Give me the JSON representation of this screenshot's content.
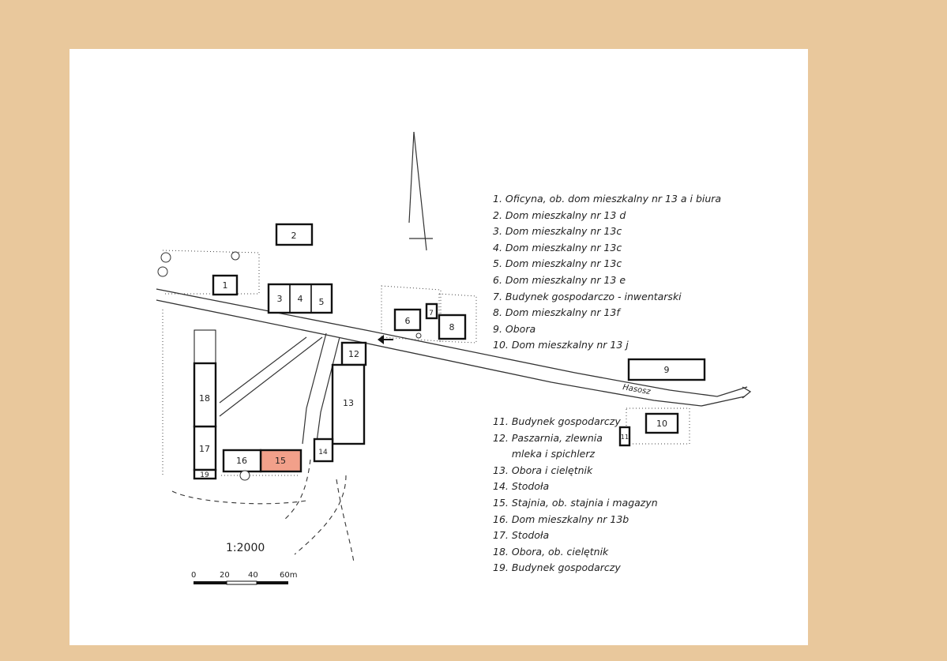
{
  "scale": {
    "ratio": "1:2000",
    "ticks": [
      "0",
      "20",
      "40",
      "60m"
    ]
  },
  "road_label": "Hasosz",
  "buildings": [
    {
      "number": "1"
    },
    {
      "number": "2"
    },
    {
      "number": "3"
    },
    {
      "number": "4"
    },
    {
      "number": "5"
    },
    {
      "number": "6"
    },
    {
      "number": "7"
    },
    {
      "number": "8"
    },
    {
      "number": "9"
    },
    {
      "number": "10"
    },
    {
      "number": "11"
    },
    {
      "number": "12"
    },
    {
      "number": "13"
    },
    {
      "number": "14"
    },
    {
      "number": "15"
    },
    {
      "number": "16"
    },
    {
      "number": "17"
    },
    {
      "number": "18"
    },
    {
      "number": "19"
    }
  ],
  "legend_top": [
    "1. Oficyna, ob. dom mieszkalny nr 13 a i biura",
    "2. Dom mieszkalny nr 13 d",
    "3. Dom mieszkalny nr 13c",
    "4. Dom mieszkalny nr 13c",
    "5. Dom mieszkalny nr 13c",
    "6. Dom mieszkalny nr 13 e",
    "7. Budynek gospodarczo - inwentarski",
    "8. Dom mieszkalny nr 13f",
    "9. Obora",
    "10. Dom mieszkalny nr 13 j"
  ],
  "legend_bottom": [
    "11. Budynek gospodarczy",
    "12. Paszarnia, zlewnia",
    "      mleka i spichlerz",
    "13. Obora i cielętnik",
    "14. Stodoła",
    "15. Stajnia, ob. stajnia i magazyn",
    "16. Dom mieszkalny nr 13b",
    "17. Stodoła",
    "18. Obora, ob. cielętnik",
    "19. Budynek gospodarczy"
  ],
  "colors": {
    "paper": "#ffffff",
    "background": "#e9c89c",
    "highlight": "#f2a08a",
    "ink": "#1f1f1f"
  }
}
